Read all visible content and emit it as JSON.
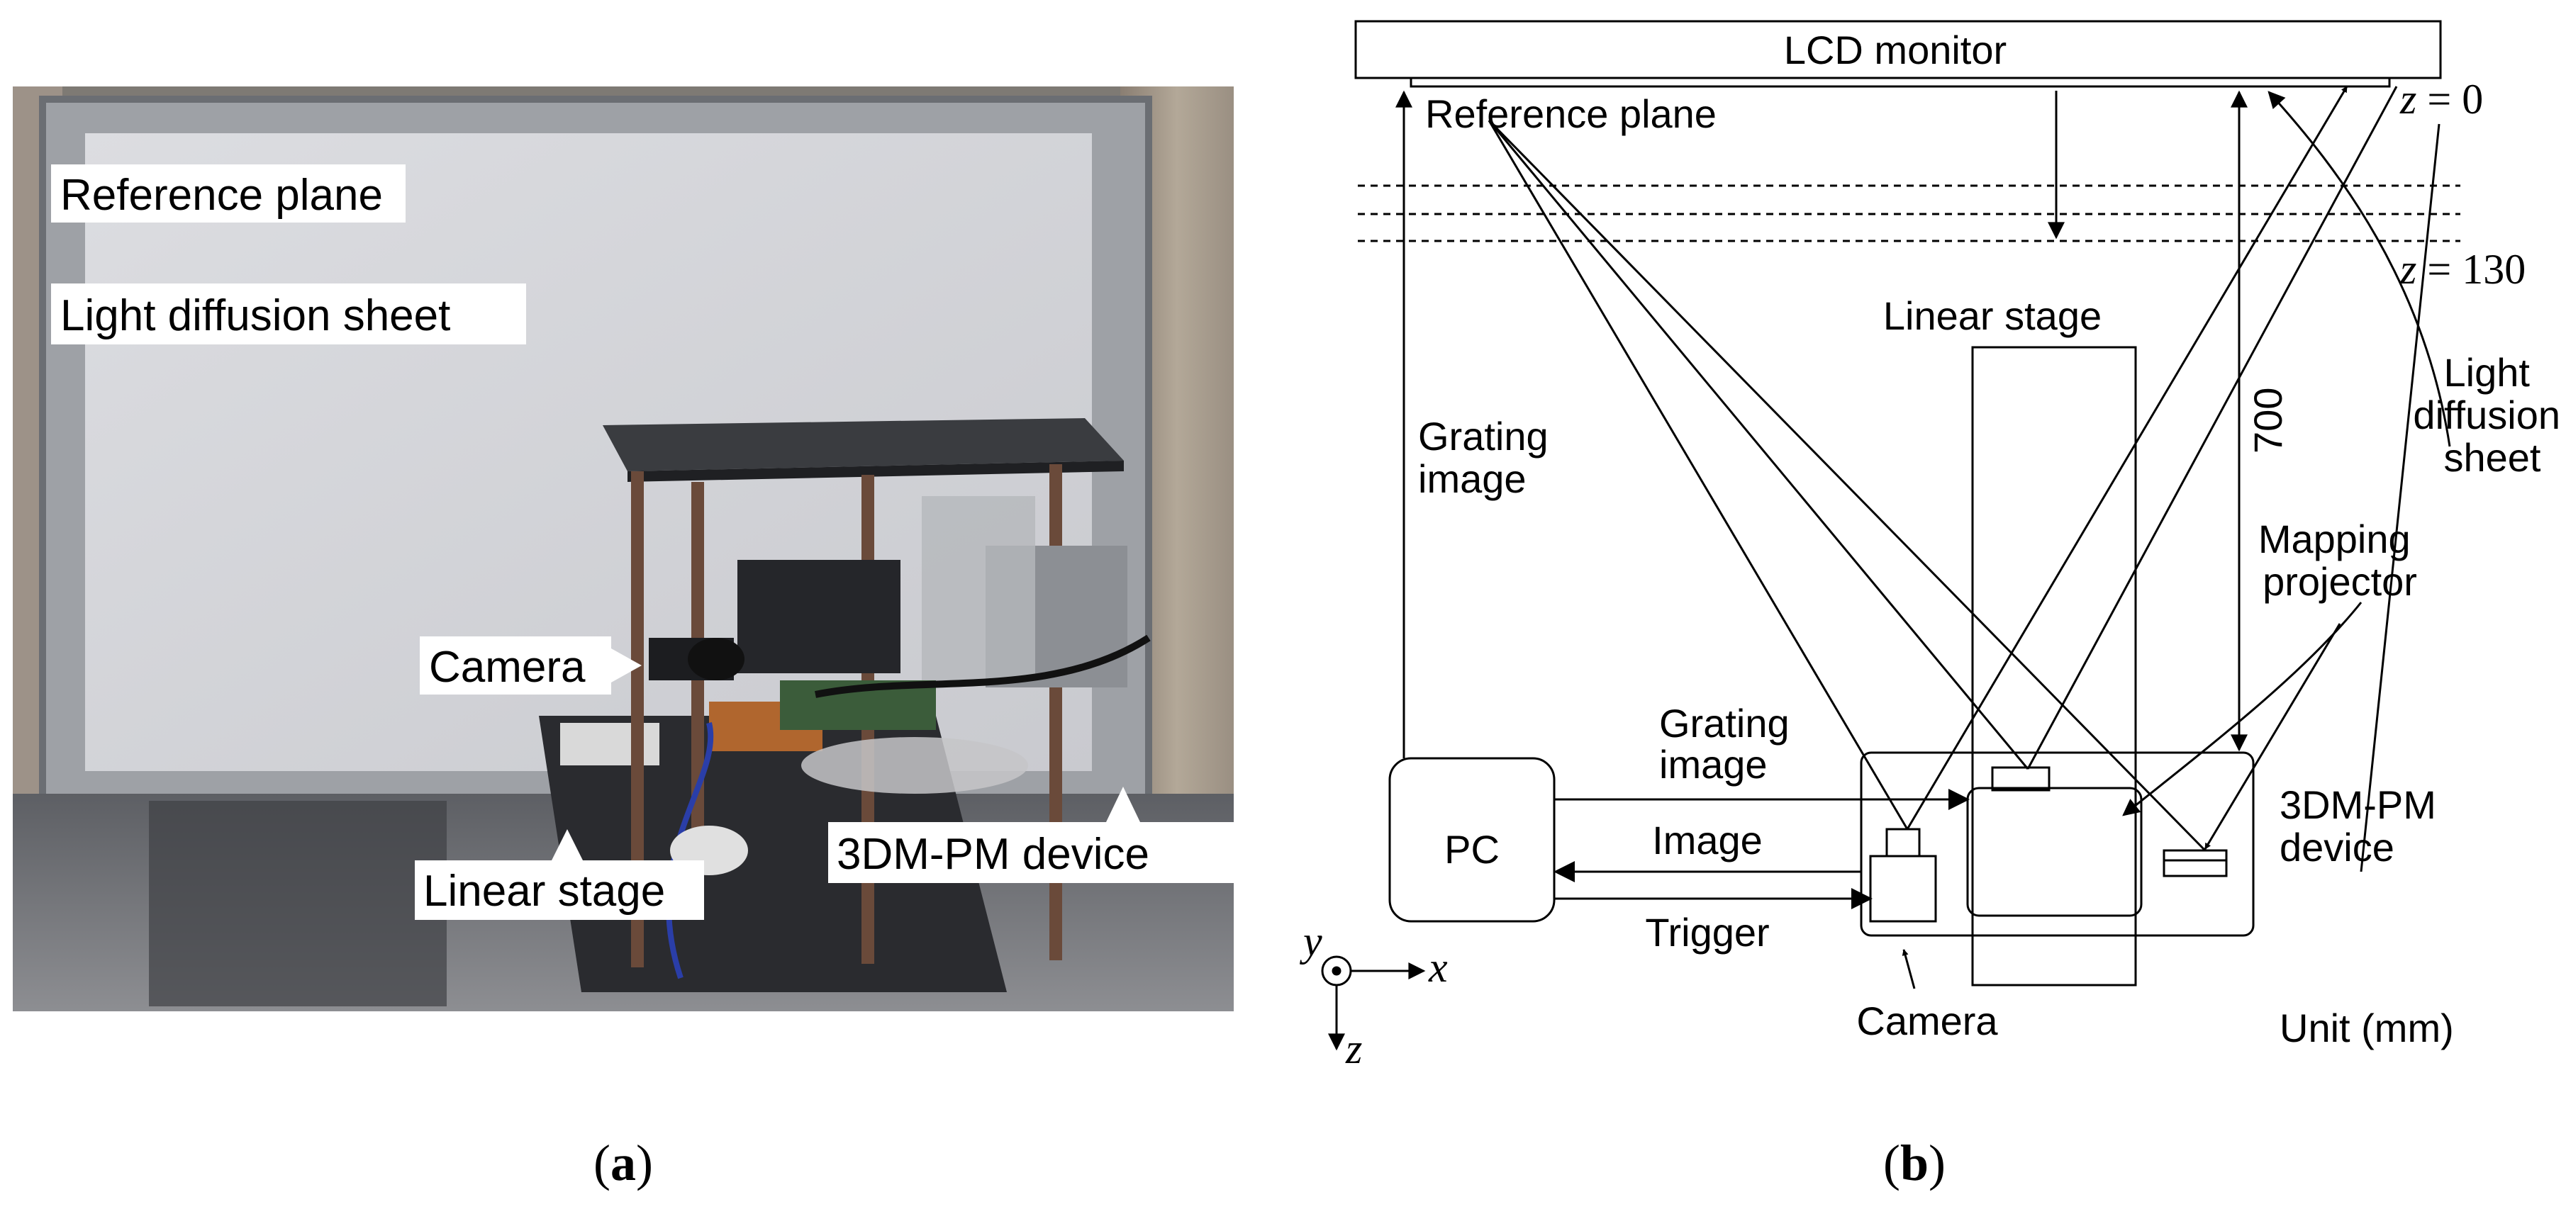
{
  "photo": {
    "labels": {
      "reference_plane": "Reference plane",
      "light_diffusion_sheet": "Light diffusion sheet",
      "camera": "Camera",
      "linear_stage": "Linear stage",
      "device": "3DM-PM device"
    }
  },
  "diagram": {
    "lcd_monitor": "LCD monitor",
    "reference_plane": "Reference plane",
    "z0_var": "z",
    "z0_value": " = 0",
    "z130_var": "z",
    "z130_value": " = 130",
    "linear_stage": "Linear stage",
    "distance_700": "700",
    "light_diffusion": [
      "Light",
      "diffusion",
      "sheet"
    ],
    "grating_image_left": [
      "Grating",
      "image"
    ],
    "mapping_projector": [
      "Mapping",
      "projector"
    ],
    "grating_image_mid": [
      "Grating",
      "image"
    ],
    "pc": "PC",
    "image": "Image",
    "trigger": "Trigger",
    "device": [
      "3DM-PM",
      "device"
    ],
    "camera": "Camera",
    "unit": "Unit (mm)",
    "axis_x": "x",
    "axis_y": "y",
    "axis_z": "z"
  },
  "captions": {
    "a_open": "(",
    "a_letter": "a",
    "a_close": ")",
    "b_open": "(",
    "b_letter": "b",
    "b_close": ")"
  }
}
